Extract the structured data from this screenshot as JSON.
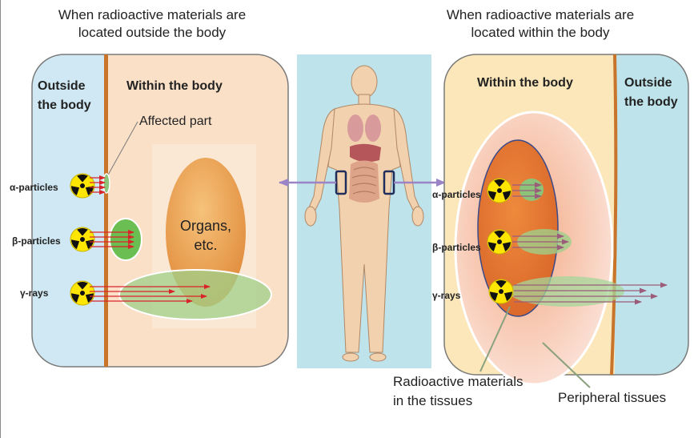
{
  "captions": {
    "left": [
      "When radioactive materials are",
      "located outside the body"
    ],
    "right": [
      "When radioactive materials are",
      "located within the body"
    ]
  },
  "left_panel": {
    "outside_label": [
      "Outside",
      "the body"
    ],
    "within_label": "Within the body",
    "affected_part": "Affected part",
    "organs_label": [
      "Organs,",
      "etc."
    ],
    "radiation": [
      "α-particles",
      "β-particles",
      "γ-rays"
    ]
  },
  "right_panel": {
    "within_label": "Within the body",
    "outside_label": [
      "Outside",
      "the body"
    ],
    "radiation": [
      "α-particles",
      "β-particles",
      "γ-rays"
    ],
    "callout_radioactive": [
      "Radioactive materials",
      "in the tissues"
    ],
    "callout_peripheral": "Peripheral tissues"
  },
  "colors": {
    "outside_blue": "#cfe8f3",
    "inside_peach": "#fbe0c8",
    "boundary": "#c8742a",
    "arrow_red": "#d9232a",
    "arrow_purple": "#9b84c6",
    "trefoil_yellow": "#ffe600",
    "green_zone": "#9fd08a"
  }
}
